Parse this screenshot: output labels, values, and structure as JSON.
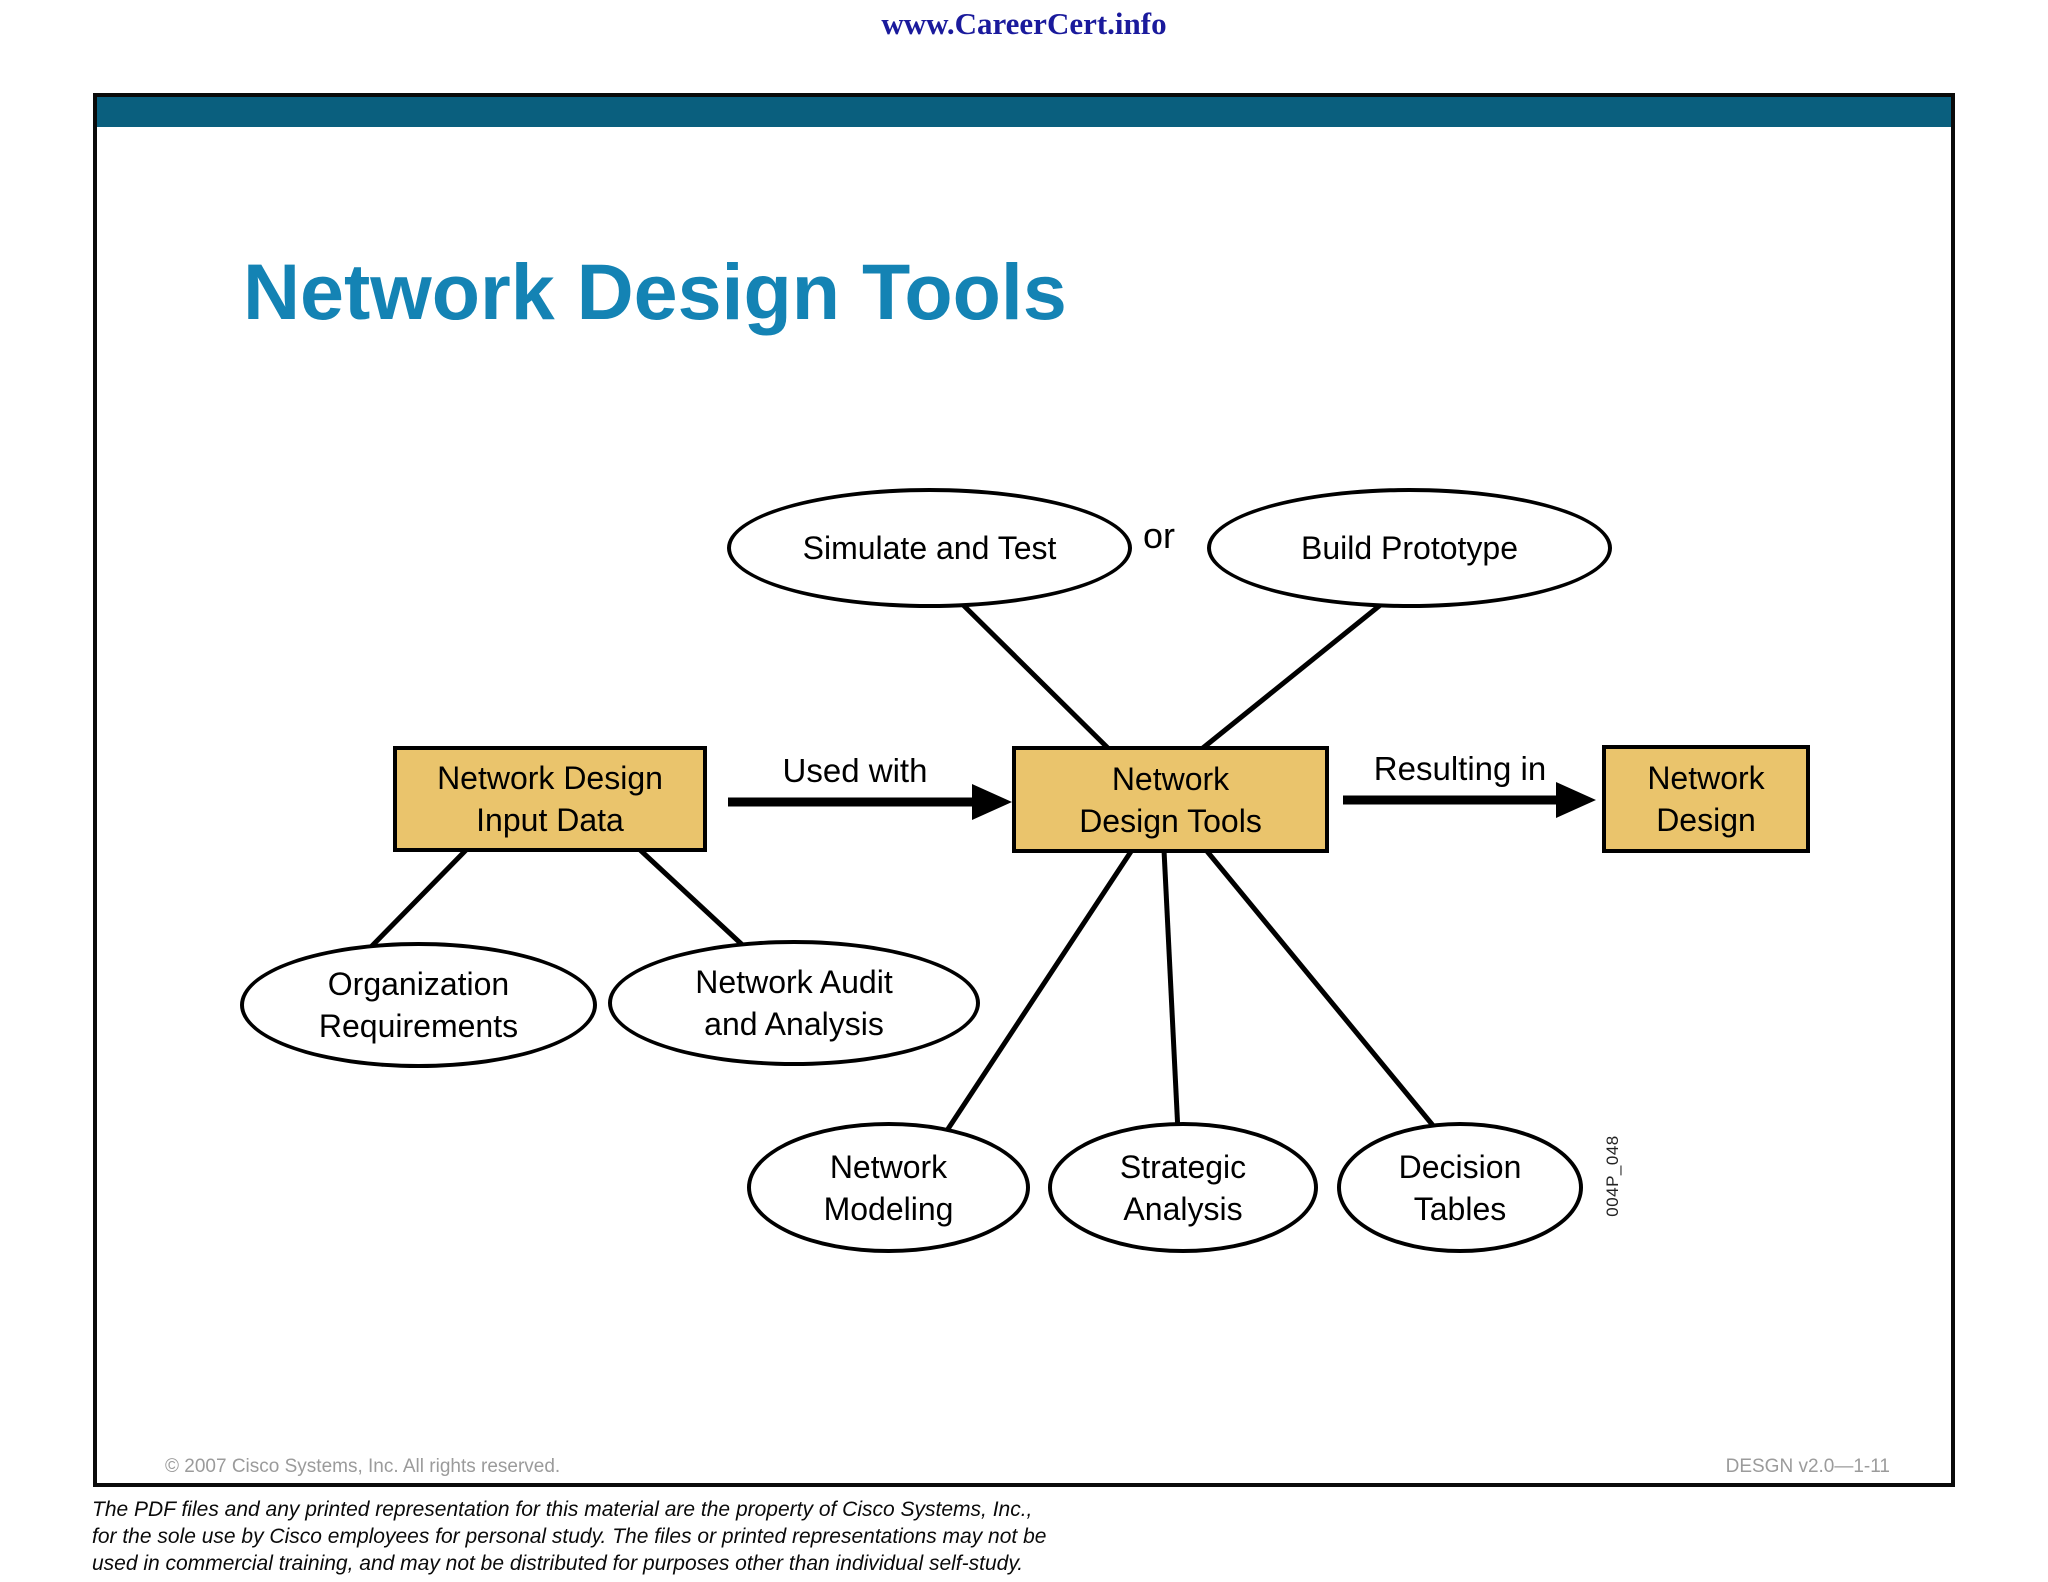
{
  "watermark": {
    "text": "www.CareerCert.info"
  },
  "slide": {
    "title": "Network Design Tools",
    "copyright": "© 2007 Cisco Systems, Inc. All rights reserved.",
    "doc_id": "DESGN v2.0—1-11",
    "figure_id": "004P_048"
  },
  "diagram": {
    "top_ellipses": [
      {
        "label": "Simulate and Test"
      },
      {
        "label": "Build Prototype"
      }
    ],
    "or_label": "or",
    "flow_boxes": [
      {
        "label": "Network Design\nInput Data"
      },
      {
        "label": "Network\nDesign Tools"
      },
      {
        "label": "Network\nDesign"
      }
    ],
    "arrow_labels": [
      {
        "label": "Used with"
      },
      {
        "label": "Resulting in"
      }
    ],
    "input_ellipses": [
      {
        "label": "Organization\nRequirements"
      },
      {
        "label": "Network Audit\nand Analysis"
      }
    ],
    "tool_ellipses": [
      {
        "label": "Network\nModeling"
      },
      {
        "label": "Strategic\nAnalysis"
      },
      {
        "label": "Decision\nTables"
      }
    ]
  },
  "disclaimer": {
    "lines": [
      "The PDF files and any printed representation for this material are the property of Cisco Systems, Inc.,",
      "for the sole use by Cisco employees for personal study. The files or printed representations may not be",
      "used in commercial training, and may not be distributed for purposes other than individual self-study."
    ]
  },
  "colors": {
    "header_bar": "#0a5f7e",
    "title": "#1483b4",
    "box_fill": "#eac46c",
    "watermark": "#1a1a9c",
    "footer_text": "#9b9b9b"
  }
}
